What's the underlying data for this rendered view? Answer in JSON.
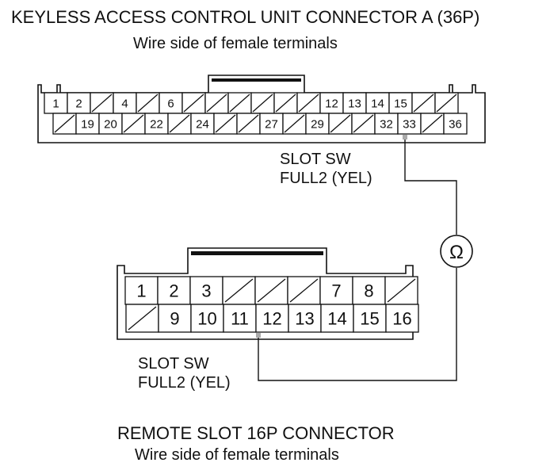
{
  "connector_a": {
    "title": "KEYLESS ACCESS CONTROL UNIT CONNECTOR A (36P)",
    "subtitle": "Wire side of female terminals",
    "row1": [
      "1",
      "2",
      "",
      "4",
      "",
      "6",
      "",
      "",
      "",
      "",
      "",
      "",
      "12",
      "13",
      "14",
      "15",
      "",
      ""
    ],
    "row2": [
      "",
      "19",
      "20",
      "",
      "22",
      "",
      "24",
      "",
      "",
      "27",
      "",
      "29",
      "",
      "",
      "32",
      "33",
      "",
      "36"
    ],
    "wire_label_line1": "SLOT SW",
    "wire_label_line2": "FULL2 (YEL)",
    "probe_terminal": "33"
  },
  "connector_b": {
    "title": "REMOTE SLOT 16P CONNECTOR",
    "subtitle": "Wire side of female terminals",
    "row1": [
      "1",
      "2",
      "3",
      "",
      "",
      "",
      "7",
      "8",
      ""
    ],
    "row2": [
      "",
      "9",
      "10",
      "11",
      "12",
      "13",
      "14",
      "15",
      "16"
    ],
    "wire_label_line1": "SLOT SW",
    "wire_label_line2": "FULL2 (YEL)",
    "probe_terminal": "12"
  },
  "meter_symbol": "Ω"
}
